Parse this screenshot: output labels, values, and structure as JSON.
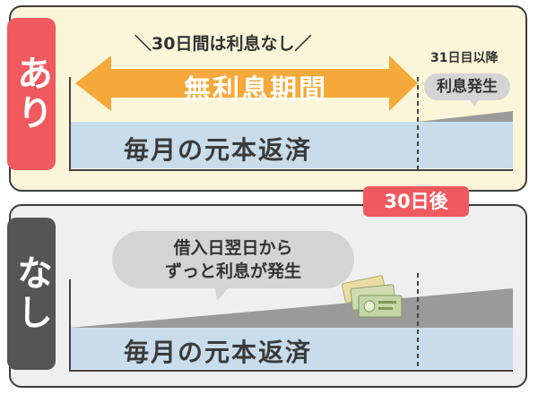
{
  "with_plan": {
    "label": "あり",
    "period_note": "＼30日間は利息なし／",
    "arrow_label": "無利息期間",
    "after_note": "31日目以降",
    "bubble": "利息発生",
    "repay_label": "毎月の元本返済"
  },
  "without_plan": {
    "label": "なし",
    "bubble_line1": "借入日翌日から",
    "bubble_line2": "ずっと利息が発生",
    "repay_label": "毎月の元本返済"
  },
  "badge": "30日後",
  "colors": {
    "accent_red": "#f05a5f",
    "dark_gray": "#555555",
    "arrow_orange": "#f6a93b",
    "principal_blue": "#c8dceb",
    "interest_gray": "#9a9a9a",
    "top_bg": "#fbf6d9",
    "bottom_bg": "#efefef"
  },
  "icons": [
    "money-notes-icon"
  ]
}
